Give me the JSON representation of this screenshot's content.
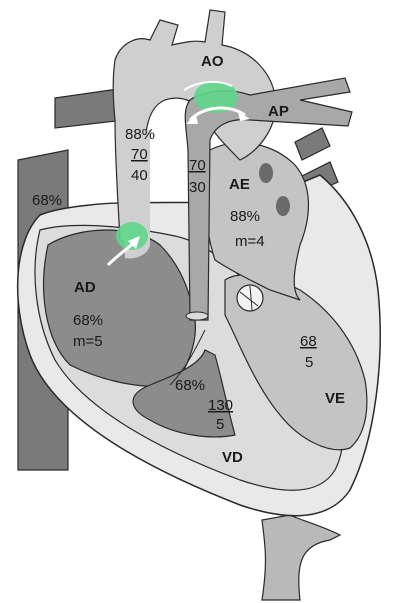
{
  "colors": {
    "vessel_light": "#cfcfcf",
    "vessel_mid": "#b9b9b9",
    "vessel_dark": "#7a7a7a",
    "chamber_dark": "#8c8c8c",
    "chamber_light": "#c4c4c4",
    "heart_outer": "#e9e9e9",
    "outline": "#2a2a2a",
    "shunt_green": "#5fd68a",
    "arrow": "#ffffff"
  },
  "labels": {
    "ao": "AO",
    "ap": "AP",
    "ae": "AE",
    "ad": "AD",
    "ve": "VE",
    "vd": "VD"
  },
  "values": {
    "svc_sat": "68%",
    "aorta_sat": "88%",
    "aorta_sys": "70",
    "aorta_dia": "40",
    "pa_sys": "70",
    "pa_dia": "30",
    "la_sat": "88%",
    "la_mean": "m=4",
    "ra_sat": "68%",
    "ra_mean": "m=5",
    "lv_sys": "68",
    "lv_dia": "5",
    "rv_sat": "68%",
    "rv_sys": "130",
    "rv_dia": "5"
  },
  "icons": [
    "shunt-arrow-icon",
    "ductal-arrow-icon"
  ]
}
